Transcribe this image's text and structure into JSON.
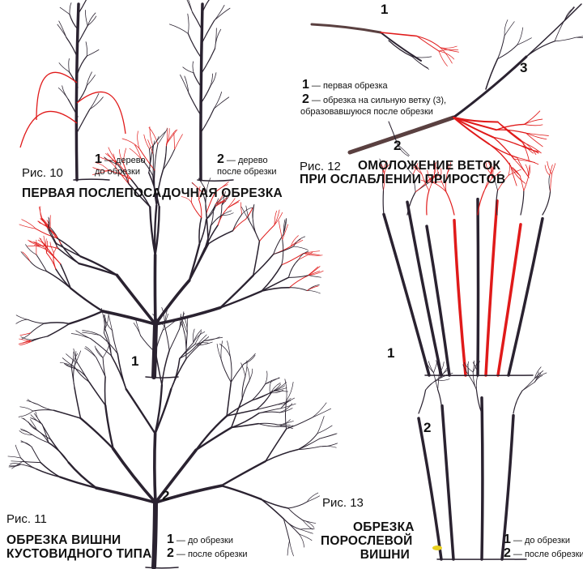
{
  "colors": {
    "branch": "#2a2230",
    "pruned": "#e01a1a",
    "bark": "#5a4040",
    "cut": "#e8d020"
  },
  "fig10": {
    "caption": "Рис. 10",
    "title": "ПЕРВАЯ ПОСЛЕПОСАДОЧНАЯ ОБРЕЗКА",
    "legend": [
      {
        "num": "1",
        "text": "— дерево",
        "text2": "до обрезки"
      },
      {
        "num": "2",
        "text": "— дерево",
        "text2": "после обрезки"
      }
    ]
  },
  "fig12": {
    "caption": "Рис. 12",
    "title_line1": "ОМОЛОЖЕНИЕ ВЕТОК",
    "title_line2": "ПРИ ОСЛАБЛЕНИИ ПРИРОСТОВ",
    "labels": [
      "1",
      "2",
      "3"
    ],
    "legend": [
      {
        "num": "1",
        "text": "— первая обрезка"
      },
      {
        "num": "2",
        "text": "— обрезка на сильную ветку (3),",
        "text2": "образовавшуюся после обрезки"
      }
    ]
  },
  "fig11": {
    "caption": "Рис. 11",
    "title_line1": "ОБРЕЗКА ВИШНИ",
    "title_line2": "КУСТОВИДНОГО ТИПА",
    "labels": [
      "1",
      "2"
    ],
    "legend": [
      {
        "num": "1",
        "text": "— до обрезки"
      },
      {
        "num": "2",
        "text": "— после обрезки"
      }
    ]
  },
  "fig13": {
    "caption": "Рис. 13",
    "title_line1": "ОБРЕЗКА",
    "title_line2": "ПОРОСЛЕВОЙ",
    "title_line3": "ВИШНИ",
    "labels": [
      "1",
      "2"
    ],
    "legend": [
      {
        "num": "1",
        "text": "— до обрезки"
      },
      {
        "num": "2",
        "text": "— после обрезки"
      }
    ]
  }
}
